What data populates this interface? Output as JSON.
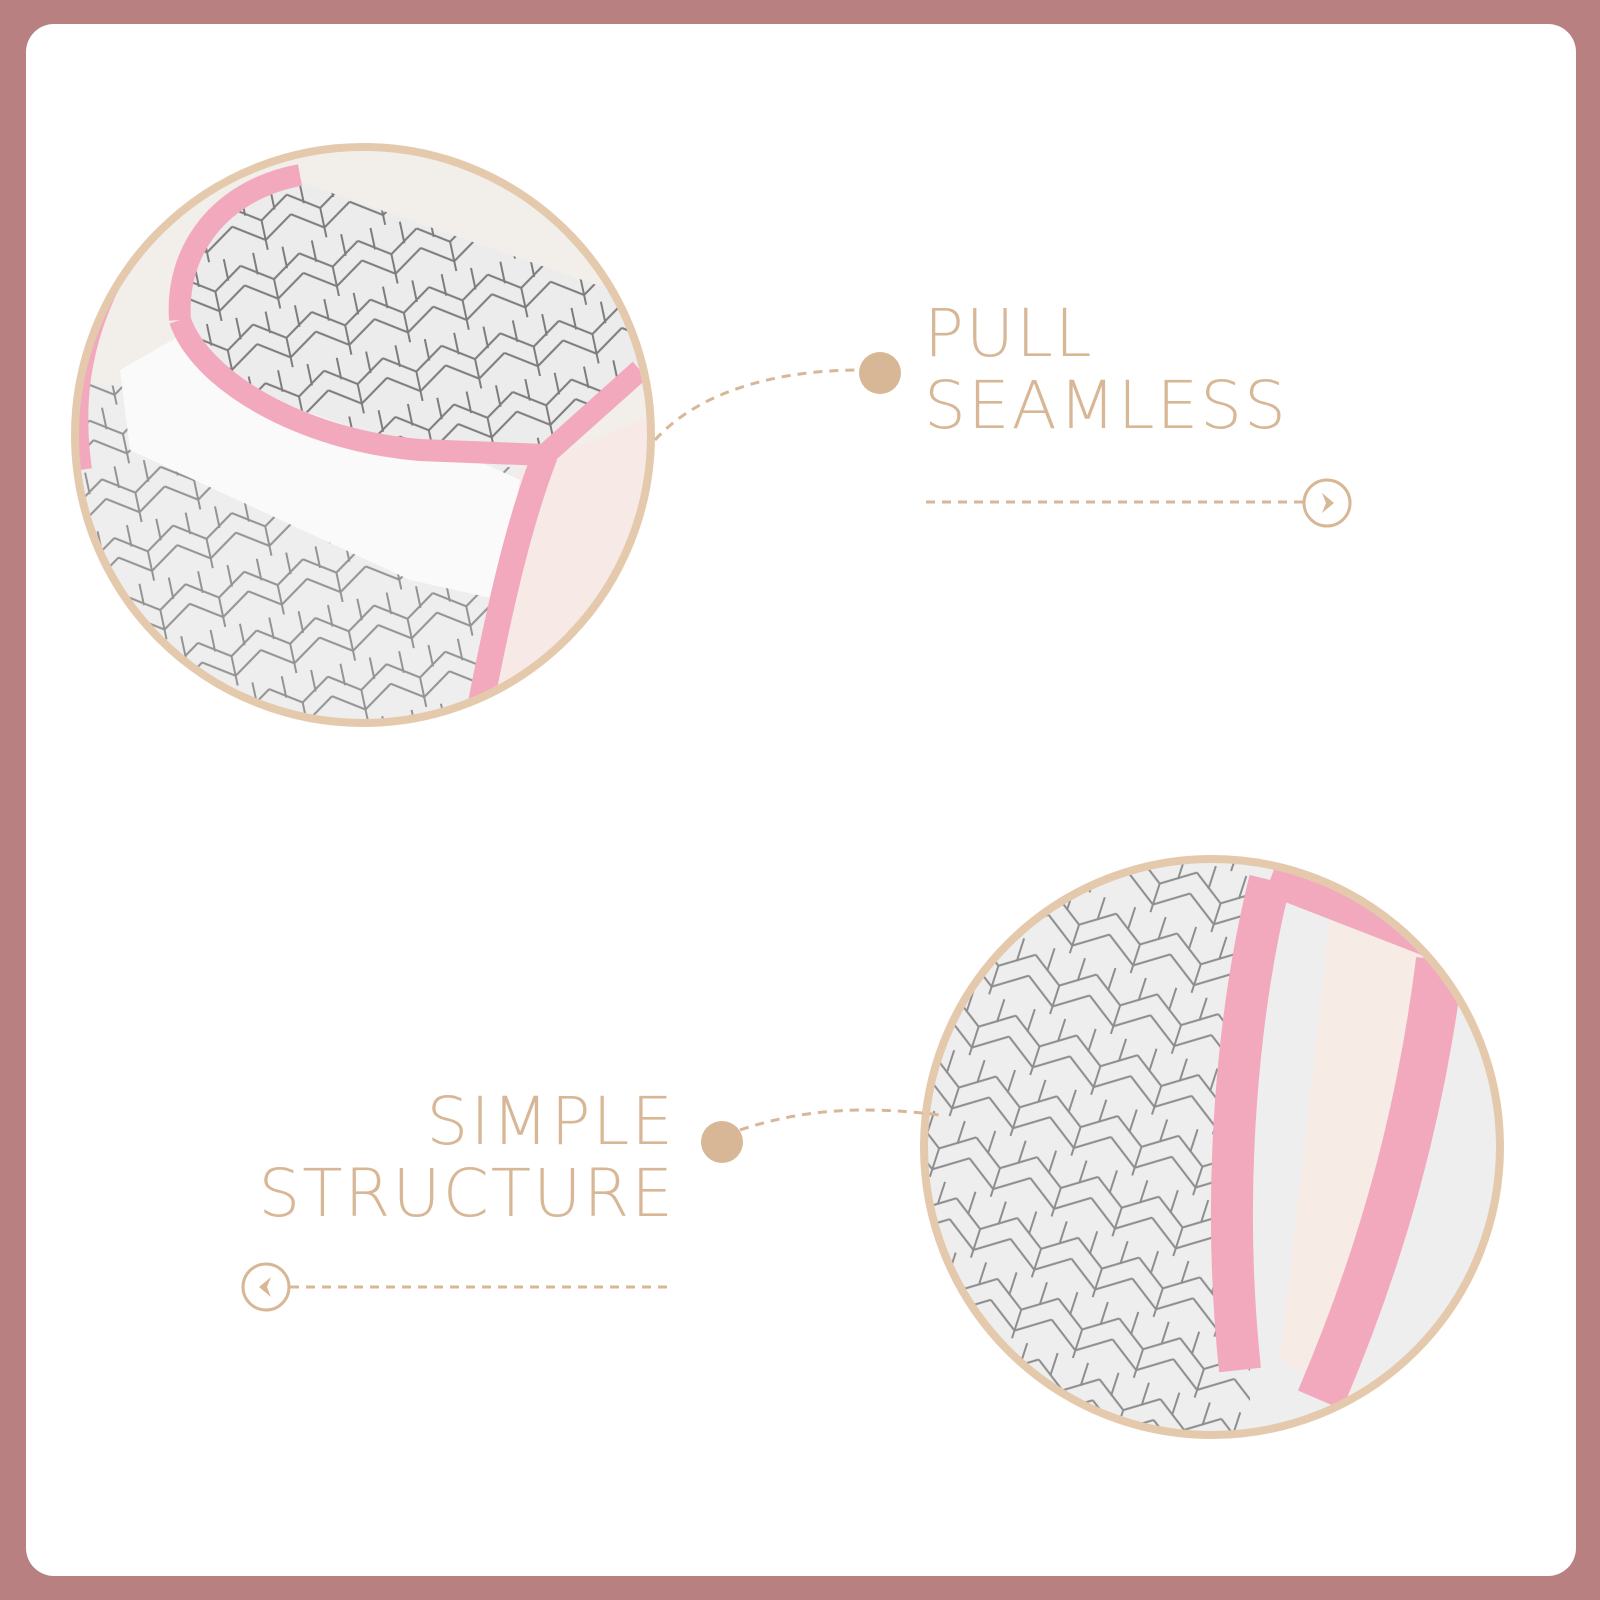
{
  "colors": {
    "frame": "#b88080",
    "card": "#ffffff",
    "accent": "#d7b796",
    "fabric": "#f1f0ee",
    "pattern": "#7a7a7a",
    "trim": "#f3a9bd"
  },
  "features": [
    {
      "line1": "PULL",
      "line2": "SEAMLESS",
      "arrow_icon": "chevron-right-icon",
      "photo": "fabric-detail-top"
    },
    {
      "line1": "SIMPLE",
      "line2": "STRUCTURE",
      "arrow_icon": "chevron-left-icon",
      "photo": "fabric-detail-bottom"
    }
  ]
}
